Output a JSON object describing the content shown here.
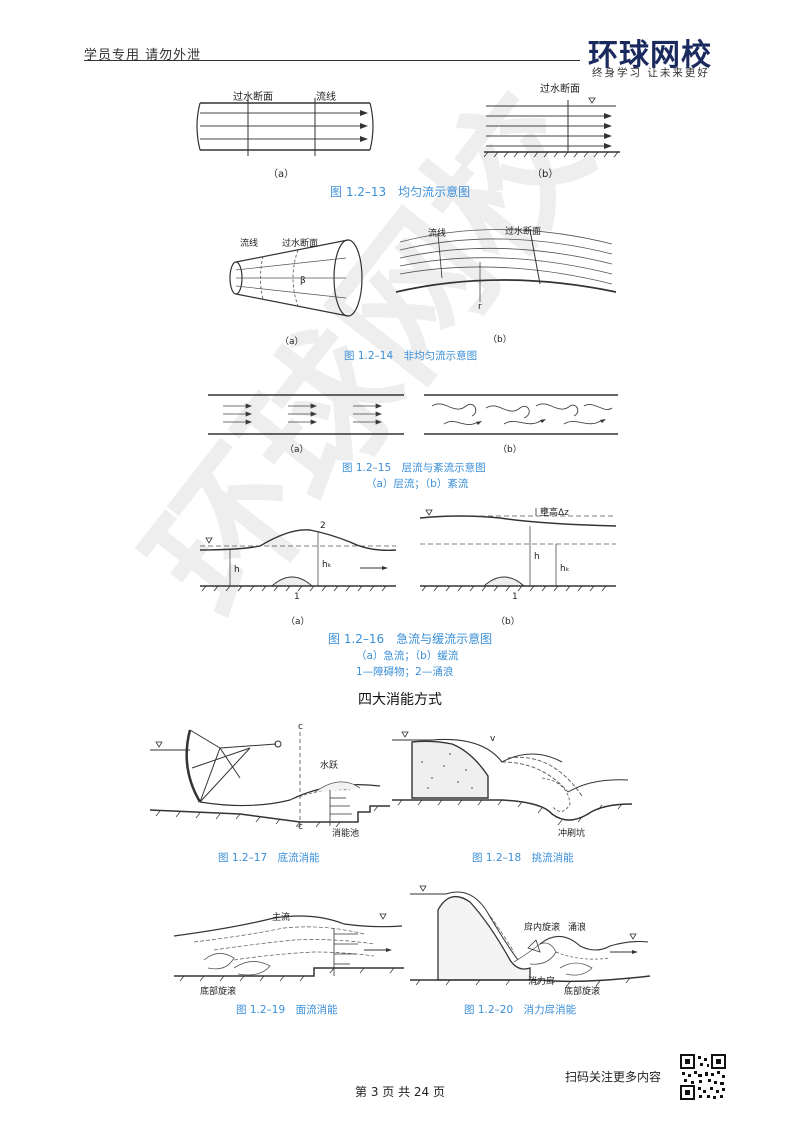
{
  "header": {
    "note": "学员专用 请勿外泄"
  },
  "logo": {
    "name": "环球网校",
    "slogan": "终身学习 让未来更好"
  },
  "watermark": "环球网校",
  "fig13": {
    "label_section_a": "过水断面",
    "label_streamline_a": "流线",
    "label_section_b": "过水断面",
    "sub_a": "（a）",
    "sub_b": "（b）",
    "caption": "图 1.2–13　均匀流示意图"
  },
  "fig14": {
    "label_streamline_a": "流线",
    "label_section_a": "过水断面",
    "label_beta": "β",
    "label_streamline_b": "流线",
    "label_section_b": "过水断面",
    "label_r": "r",
    "sub_a": "（a）",
    "sub_b": "（b）",
    "caption": "图 1.2–14　非均匀流示意图"
  },
  "fig15": {
    "sub_a": "（a）",
    "sub_b": "（b）",
    "caption": "图 1.2–15　层流与紊流示意图",
    "subcaption": "（a）层流；（b）紊流"
  },
  "fig16": {
    "label_2": "2",
    "label_h": "h",
    "label_hk": "hₖ",
    "label_1a": "1",
    "label_rise": "壅高Δz",
    "label_h_b": "h",
    "label_hk_b": "hₖ",
    "label_1b": "1",
    "sub_a": "（a）",
    "sub_b": "（b）",
    "caption": "图 1.2–16　急流与缓流示意图",
    "subcaption1": "（a）急流；（b）缓流",
    "subcaption2": "1—障碍物；2—涌浪"
  },
  "section_title": "四大消能方式",
  "fig17": {
    "label_c_top": "c",
    "label_jump": "水跃",
    "label_c_bottom": "c",
    "label_basin": "消能池",
    "caption": "图 1.2–17　底流消能"
  },
  "fig18": {
    "label_v": "v",
    "label_scour": "冲刷坑",
    "caption": "图 1.2–18　挑流消能"
  },
  "fig19": {
    "label_main": "主流",
    "label_bottom": "底部旋滚",
    "caption": "图 1.2–19　面流消能"
  },
  "fig20": {
    "label_roller": "戽内旋滚",
    "label_surge": "涌浪",
    "label_bucket": "消力戽",
    "label_bottom": "底部旋滚",
    "caption": "图 1.2–20　消力戽消能"
  },
  "footer": {
    "page": "第 3 页 共 24 页",
    "scan": "扫码关注更多内容"
  }
}
